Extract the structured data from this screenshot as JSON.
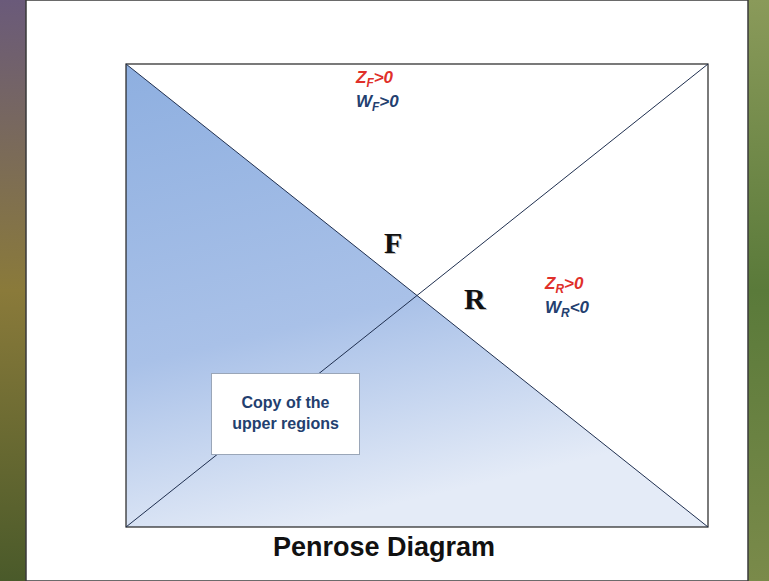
{
  "diagram": {
    "caption": "Penrose Diagram",
    "nodes": [
      {
        "text": [
          "Copy of the upper regions"
        ]
      }
    ],
    "labels": [
      "ZF>0",
      "WF>0",
      "F",
      "R",
      "ZR>0",
      "WR<0"
    ]
  }
}
